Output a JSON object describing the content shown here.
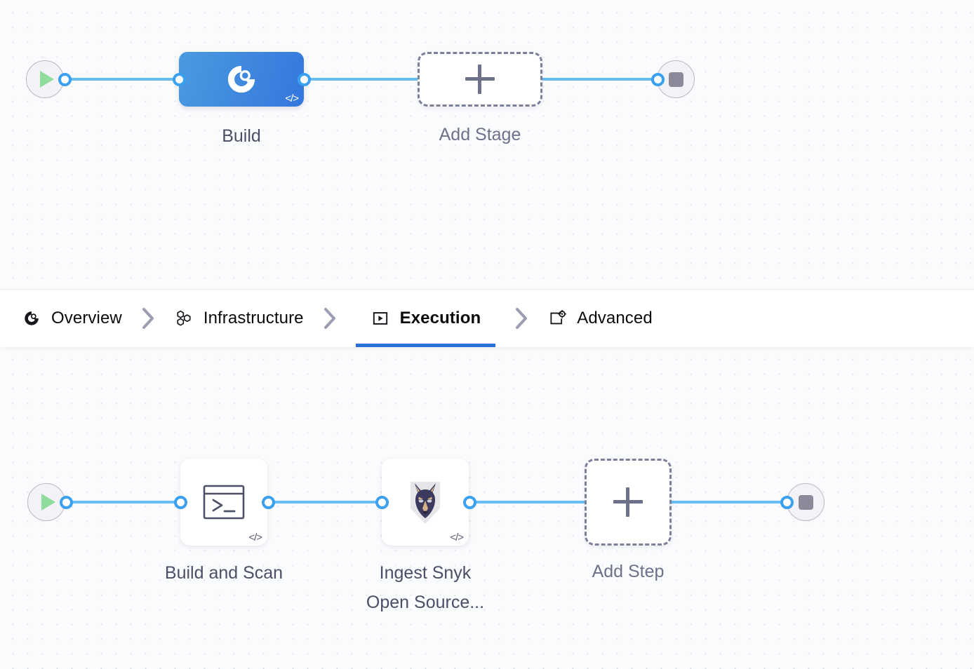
{
  "colors": {
    "canvas_bg": "#fafbfd",
    "grid_dot": "#dfe1e8",
    "wire": "#69bdf5",
    "port_ring": "#3aa0ef",
    "stage_node_from": "#4a9ae0",
    "stage_node_to": "#3577dd",
    "active_tab_underline": "#2a6fd6",
    "caption_text": "#4b4f66",
    "terminal_fill": "#f3f2f7",
    "terminal_border": "#b9b8c6",
    "play_green": "#8fdc9c",
    "stop_grey": "#8b8a9b",
    "dashed_border": "#7c7f98",
    "tabbar_bg": "#ffffff"
  },
  "stage_graph": {
    "start_node": {
      "name": "pipeline-start",
      "icon": "play-icon"
    },
    "end_node": {
      "name": "pipeline-end",
      "icon": "stop-icon"
    },
    "nodes": [
      {
        "id": "stage-build",
        "label": "Build",
        "icon": "scan-circle-icon",
        "badge": "</>",
        "selected": true
      }
    ],
    "add_button": {
      "label": "Add Stage",
      "icon": "plus-icon"
    }
  },
  "tabs": {
    "separator_icon": "chevron-right-icon",
    "items": [
      {
        "id": "overview",
        "label": "Overview",
        "icon": "scan-circle-icon",
        "active": false
      },
      {
        "id": "infrastructure",
        "label": "Infrastructure",
        "icon": "hexagon-cluster-icon",
        "active": false
      },
      {
        "id": "execution",
        "label": "Execution",
        "icon": "play-box-icon",
        "active": true
      },
      {
        "id": "advanced",
        "label": "Advanced",
        "icon": "panel-gear-icon",
        "active": false
      }
    ]
  },
  "step_graph": {
    "start_node": {
      "name": "execution-start",
      "icon": "play-icon"
    },
    "end_node": {
      "name": "execution-end",
      "icon": "stop-icon"
    },
    "nodes": [
      {
        "id": "step-build-and-scan",
        "label": "Build and Scan",
        "icon": "terminal-icon",
        "badge": "</>"
      },
      {
        "id": "step-ingest-snyk",
        "label": "Ingest Snyk\nOpen Source...",
        "icon": "snyk-doberman-icon",
        "badge": "</>"
      }
    ],
    "add_button": {
      "label": "Add Step",
      "icon": "plus-icon"
    }
  }
}
